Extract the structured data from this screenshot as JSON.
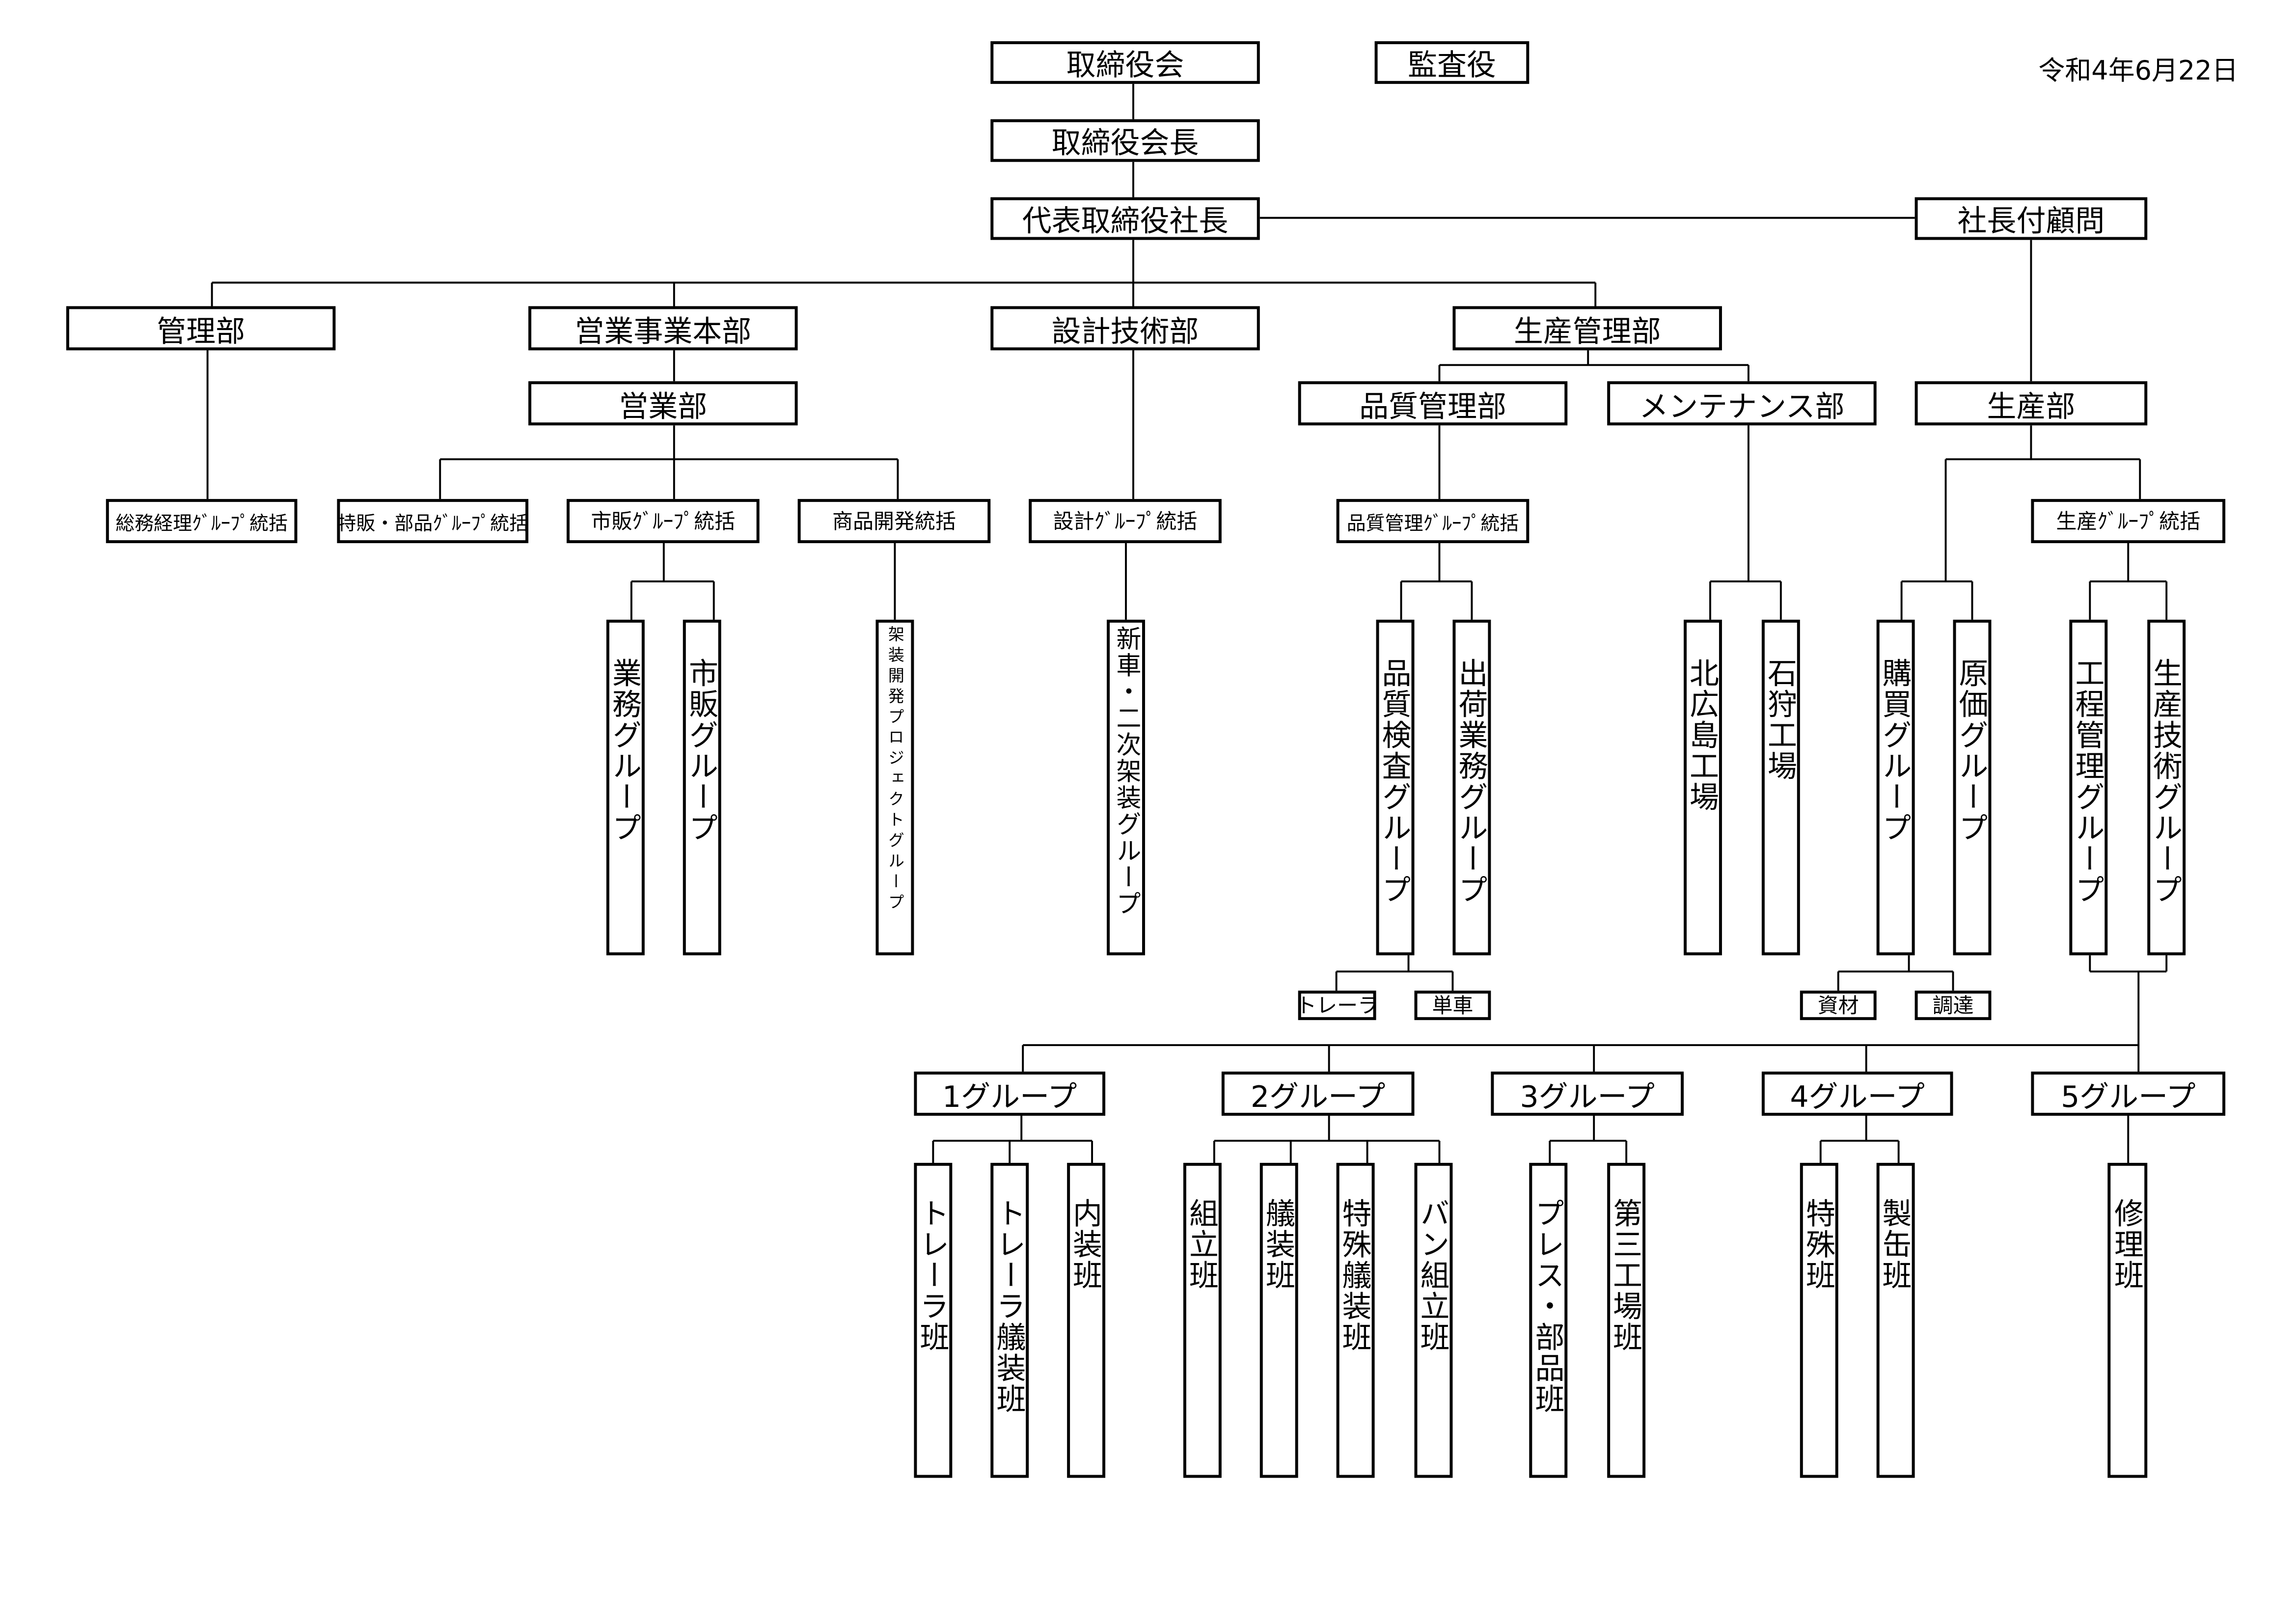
{
  "date": "令和4年6月22日",
  "top": {
    "board": "取締役会",
    "auditor": "監査役",
    "chairman": "取締役会長",
    "president": "代表取締役社長",
    "advisor": "社長付顧問"
  },
  "departments": {
    "admin": "管理部",
    "sales_hq": "営業事業本部",
    "design": "設計技術部",
    "prod_mgmt": "生産管理部",
    "sales": "営業部",
    "quality": "品質管理部",
    "maintenance": "メンテナンス部",
    "production": "生産部"
  },
  "leads": {
    "general_affairs": "総務経理ｸﾞﾙｰﾌﾟ統括",
    "special_sales": "特販・部品ｸﾞﾙｰﾌﾟ統括",
    "retail": "市販ｸﾞﾙｰﾌﾟ統括",
    "product_dev": "商品開発統括",
    "design": "設計ｸﾞﾙｰﾌﾟ統括",
    "quality": "品質管理ｸﾞﾙｰﾌﾟ統括",
    "production": "生産ｸﾞﾙｰﾌﾟ統括"
  },
  "groups": {
    "business": "業務グループ",
    "retail": "市販グループ",
    "body_dev": "架装開発プロジェクトグループ",
    "new_car": "新車・二次架装グループ",
    "inspection": "品質検査グループ",
    "shipping": "出荷業務グループ",
    "kitahiroshima": "北広島工場",
    "ishikari": "石狩工場",
    "purchasing": "購買グループ",
    "cost": "原価グループ",
    "process": "工程管理グループ",
    "prod_tech": "生産技術グループ"
  },
  "subs": {
    "trailer": "トレーラ",
    "motorcycle": "単車",
    "materials": "資材",
    "procurement": "調達"
  },
  "numbered": [
    "1グループ",
    "2グループ",
    "3グループ",
    "4グループ",
    "5グループ"
  ],
  "teams": [
    "トレーラ班",
    "トレーラ艤装班",
    "内装班",
    "組立班",
    "艤装班",
    "特殊艤装班",
    "バン組立班",
    "プレス・部品班",
    "第三工場班",
    "特殊班",
    "製缶班",
    "修理班"
  ]
}
